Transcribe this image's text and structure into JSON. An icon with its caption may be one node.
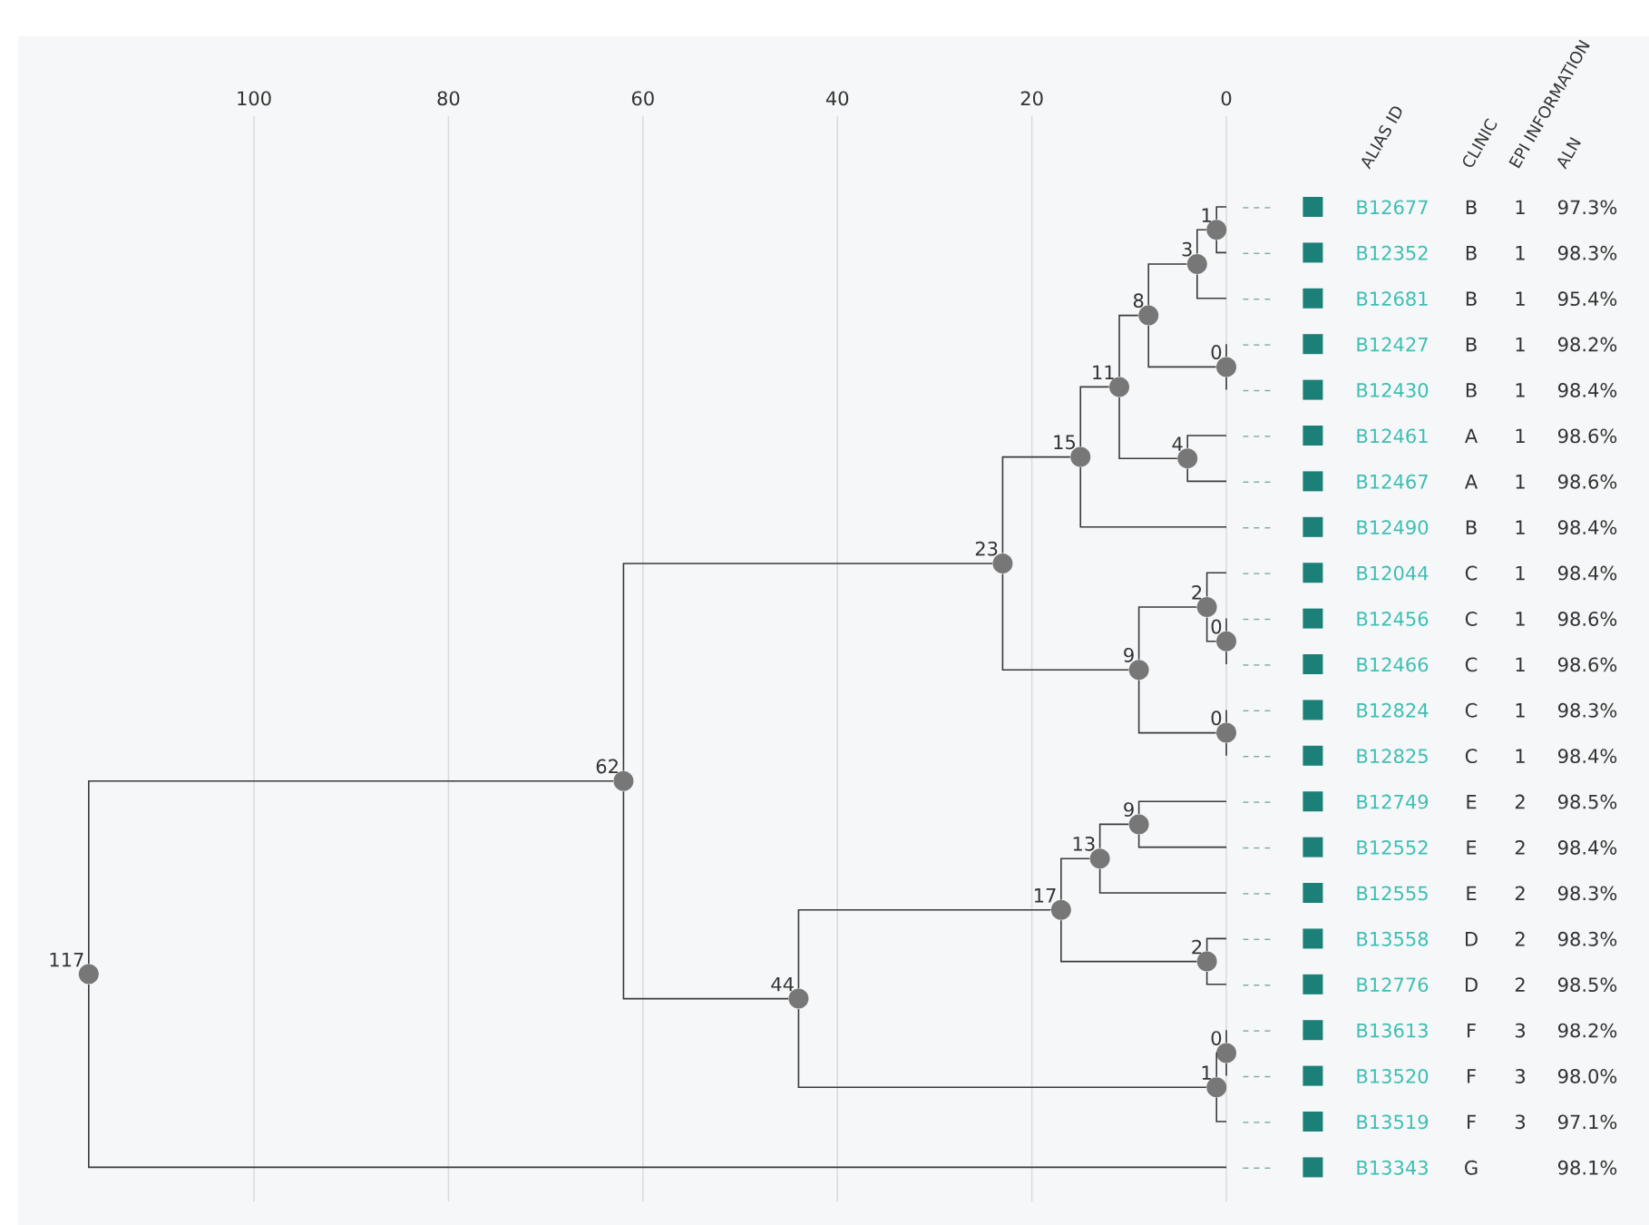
{
  "diagram": {
    "nodes": [
      {
        "text": [
          "B12677"
        ]
      },
      {
        "text": [
          "B12352"
        ]
      },
      {
        "text": [
          "B12681"
        ]
      },
      {
        "text": [
          "B12427"
        ]
      },
      {
        "text": [
          "B12430"
        ]
      },
      {
        "text": [
          "B12461"
        ]
      },
      {
        "text": [
          "B12467"
        ]
      },
      {
        "text": [
          "B12490"
        ]
      },
      {
        "text": [
          "B12044"
        ]
      },
      {
        "text": [
          "B12456"
        ]
      },
      {
        "text": [
          "B12466"
        ]
      },
      {
        "text": [
          "B12824"
        ]
      },
      {
        "text": [
          "B12825"
        ]
      },
      {
        "text": [
          "B12749"
        ]
      },
      {
        "text": [
          "B12552"
        ]
      },
      {
        "text": [
          "B12555"
        ]
      },
      {
        "text": [
          "B13558"
        ]
      },
      {
        "text": [
          "B12776"
        ]
      },
      {
        "text": [
          "B13613"
        ]
      },
      {
        "text": [
          "B13520"
        ]
      },
      {
        "text": [
          "B13519"
        ]
      },
      {
        "text": [
          "B13343"
        ]
      },
      {
        "text": [],
        "shape": "circle",
        "beside": [
          "1"
        ]
      },
      {
        "text": [],
        "shape": "circle",
        "beside": [
          "3"
        ]
      },
      {
        "text": [],
        "shape": "circle",
        "beside": [
          "0"
        ]
      },
      {
        "text": [],
        "shape": "circle",
        "beside": [
          "8"
        ]
      },
      {
        "text": [],
        "shape": "circle",
        "beside": [
          "4"
        ]
      },
      {
        "text": [],
        "shape": "circle",
        "beside": [
          "11"
        ]
      },
      {
        "text": [],
        "shape": "circle",
        "beside": [
          "15"
        ]
      },
      {
        "text": [],
        "shape": "circle",
        "beside": [
          "0"
        ]
      },
      {
        "text": [],
        "shape": "circle",
        "beside": [
          "2"
        ]
      },
      {
        "text": [],
        "shape": "circle",
        "beside": [
          "0"
        ]
      },
      {
        "text": [],
        "shape": "circle",
        "beside": [
          "9"
        ]
      },
      {
        "text": [],
        "shape": "circle",
        "beside": [
          "23"
        ]
      },
      {
        "text": [],
        "shape": "circle",
        "beside": [
          "9"
        ]
      },
      {
        "text": [],
        "shape": "circle",
        "beside": [
          "13"
        ]
      },
      {
        "text": [],
        "shape": "circle",
        "beside": [
          "2"
        ]
      },
      {
        "text": [],
        "shape": "circle",
        "beside": [
          "17"
        ]
      },
      {
        "text": [],
        "shape": "circle",
        "beside": [
          "0"
        ]
      },
      {
        "text": [],
        "shape": "circle",
        "beside": [
          "1"
        ]
      },
      {
        "text": [],
        "shape": "circle",
        "beside": [
          "44"
        ]
      },
      {
        "text": [],
        "shape": "circle",
        "beside": [
          "62"
        ]
      },
      {
        "text": [],
        "shape": "circle",
        "beside": [
          "117"
        ]
      }
    ],
    "edges": [
      {
        "from": 22,
        "to": 0,
        "arrow": "none"
      },
      {
        "from": 22,
        "to": 1,
        "arrow": "none"
      },
      {
        "from": 23,
        "to": 22,
        "arrow": "none"
      },
      {
        "from": 23,
        "to": 2,
        "arrow": "none"
      },
      {
        "from": 24,
        "to": 3,
        "arrow": "none"
      },
      {
        "from": 24,
        "to": 4,
        "arrow": "none"
      },
      {
        "from": 25,
        "to": 23,
        "arrow": "none"
      },
      {
        "from": 25,
        "to": 24,
        "arrow": "none"
      },
      {
        "from": 26,
        "to": 5,
        "arrow": "none"
      },
      {
        "from": 26,
        "to": 6,
        "arrow": "none"
      },
      {
        "from": 27,
        "to": 25,
        "arrow": "none"
      },
      {
        "from": 27,
        "to": 26,
        "arrow": "none"
      },
      {
        "from": 28,
        "to": 27,
        "arrow": "none"
      },
      {
        "from": 28,
        "to": 7,
        "arrow": "none"
      },
      {
        "from": 29,
        "to": 9,
        "arrow": "none"
      },
      {
        "from": 29,
        "to": 10,
        "arrow": "none"
      },
      {
        "from": 30,
        "to": 8,
        "arrow": "none"
      },
      {
        "from": 30,
        "to": 29,
        "arrow": "none"
      },
      {
        "from": 31,
        "to": 11,
        "arrow": "none"
      },
      {
        "from": 31,
        "to": 12,
        "arrow": "none"
      },
      {
        "from": 32,
        "to": 30,
        "arrow": "none"
      },
      {
        "from": 32,
        "to": 31,
        "arrow": "none"
      },
      {
        "from": 33,
        "to": 28,
        "arrow": "none"
      },
      {
        "from": 33,
        "to": 32,
        "arrow": "none"
      },
      {
        "from": 34,
        "to": 13,
        "arrow": "none"
      },
      {
        "from": 34,
        "to": 14,
        "arrow": "none"
      },
      {
        "from": 35,
        "to": 34,
        "arrow": "none"
      },
      {
        "from": 35,
        "to": 15,
        "arrow": "none"
      },
      {
        "from": 36,
        "to": 16,
        "arrow": "none"
      },
      {
        "from": 36,
        "to": 17,
        "arrow": "none"
      },
      {
        "from": 37,
        "to": 35,
        "arrow": "none"
      },
      {
        "from": 37,
        "to": 36,
        "arrow": "none"
      },
      {
        "from": 38,
        "to": 18,
        "arrow": "none"
      },
      {
        "from": 38,
        "to": 19,
        "arrow": "none"
      },
      {
        "from": 39,
        "to": 38,
        "arrow": "none"
      },
      {
        "from": 39,
        "to": 20,
        "arrow": "none"
      },
      {
        "from": 40,
        "to": 37,
        "arrow": "none"
      },
      {
        "from": 40,
        "to": 39,
        "arrow": "none"
      },
      {
        "from": 41,
        "to": 33,
        "arrow": "none"
      },
      {
        "from": 41,
        "to": 40,
        "arrow": "none"
      },
      {
        "from": 42,
        "to": 41,
        "arrow": "none"
      },
      {
        "from": 42,
        "to": 21,
        "arrow": "none"
      }
    ],
    "labels": [
      "100",
      "80",
      "60",
      "40",
      "20",
      "0",
      "ALIAS ID",
      "CLINIC",
      "EPI INFORMATION",
      "ALN",
      "B",
      "1",
      "97.3%",
      "B",
      "1",
      "98.3%",
      "B",
      "1",
      "95.4%",
      "B",
      "1",
      "98.2%",
      "B",
      "1",
      "98.4%",
      "A",
      "1",
      "98.6%",
      "A",
      "1",
      "98.6%",
      "B",
      "1",
      "98.4%",
      "C",
      "1",
      "98.4%",
      "C",
      "1",
      "98.6%",
      "C",
      "1",
      "98.6%",
      "C",
      "1",
      "98.3%",
      "C",
      "1",
      "98.4%",
      "E",
      "2",
      "98.5%",
      "E",
      "2",
      "98.4%",
      "E",
      "2",
      "98.3%",
      "D",
      "2",
      "98.3%",
      "D",
      "2",
      "98.5%",
      "F",
      "3",
      "98.2%",
      "F",
      "3",
      "98.0%",
      "F",
      "3",
      "97.1%",
      "G",
      "98.1%"
    ]
  }
}
